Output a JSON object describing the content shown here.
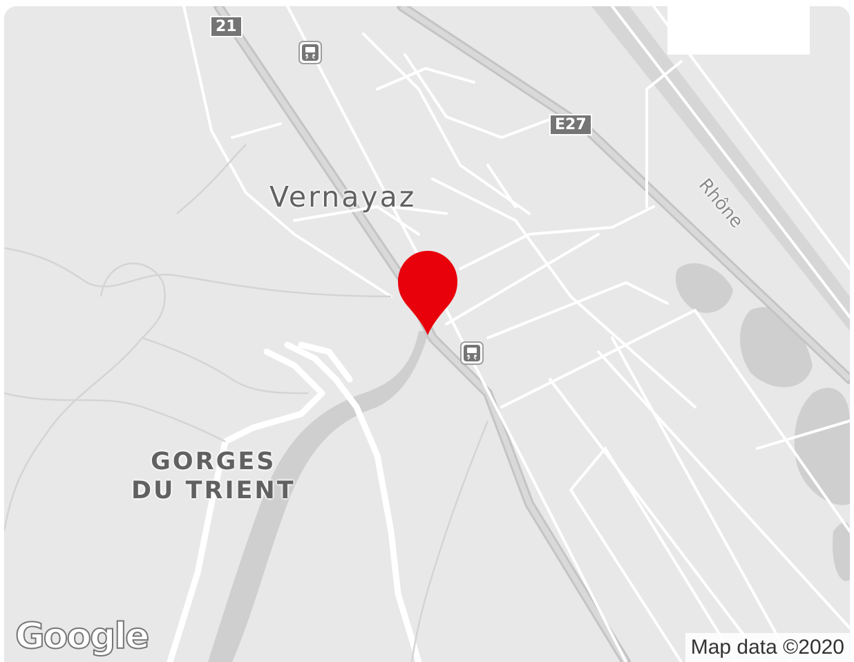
{
  "map": {
    "place_labels": {
      "town": "Vernayaz",
      "gorges_line1": "GORGES",
      "gorges_line2": "DU TRIENT",
      "river": "Rhône"
    },
    "road_shields": {
      "route_21": "21",
      "route_e27": "E27"
    },
    "logo_text": "Google",
    "attribution": "Map data ©2020",
    "colors": {
      "land": "#e8e8e8",
      "road": "#ffffff",
      "highway": "#c9c9c9",
      "water": "#cfcfcf",
      "pin": "#e8000b"
    },
    "icons": [
      "train-station-icon",
      "train-station-icon",
      "map-pin-icon"
    ]
  }
}
